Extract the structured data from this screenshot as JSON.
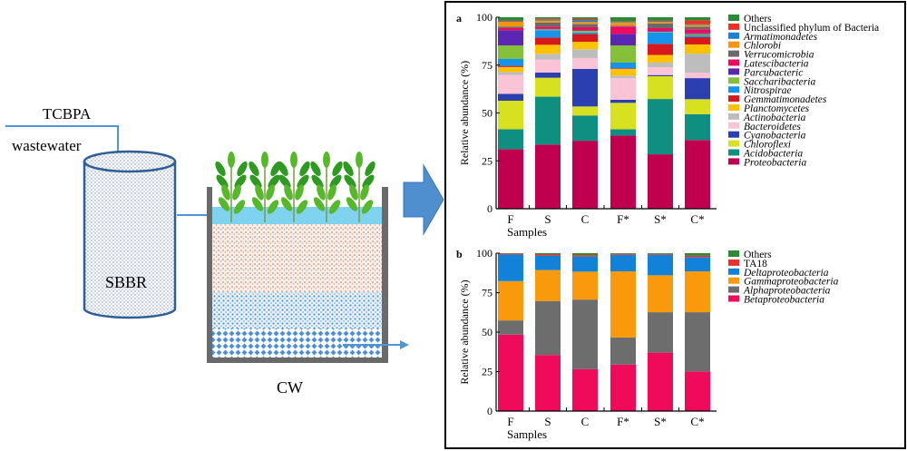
{
  "diagram": {
    "influent_label": "TCBPA",
    "influent_sub_label": "wastewater",
    "reactor_label": "SBBR",
    "wetland_label": "CW"
  },
  "chart_data": [
    {
      "type": "bar",
      "stacked": true,
      "panel_label": "a",
      "xlabel": "Samples",
      "ylabel": "Relative abundance (%)",
      "ylim": [
        0,
        100
      ],
      "yticks": [
        "0",
        "25",
        "50",
        "75",
        "100"
      ],
      "categories": [
        "F",
        "S",
        "C",
        "F*",
        "S*",
        "C*"
      ],
      "series": [
        {
          "name": "Proteobacteria",
          "italic": true,
          "color": "#c0004f",
          "values": [
            31.1,
            33.5,
            35.5,
            38.2,
            28.4,
            35.9
          ]
        },
        {
          "name": "Acidobacteria",
          "italic": true,
          "color": "#0e8f80",
          "values": [
            10.4,
            25.0,
            13.2,
            3.3,
            28.9,
            13.5
          ]
        },
        {
          "name": "Chloroflexi",
          "italic": true,
          "color": "#d7e11f",
          "values": [
            14.9,
            9.9,
            4.7,
            13.8,
            11.9,
            7.8
          ]
        },
        {
          "name": "Cyanobacteria",
          "italic": true,
          "color": "#2b3fae",
          "values": [
            3.6,
            2.7,
            19.6,
            1.6,
            0.6,
            11.0
          ]
        },
        {
          "name": "Bacteroidetes",
          "italic": true,
          "color": "#fbc3d6",
          "values": [
            9.8,
            6.8,
            5.7,
            11.3,
            4.1,
            2.9
          ]
        },
        {
          "name": "Actinobacteria",
          "italic": true,
          "color": "#bdbdbd",
          "values": [
            1.6,
            3.0,
            4.6,
            1.3,
            2.4,
            9.9
          ]
        },
        {
          "name": "Planctomycetes",
          "italic": true,
          "color": "#fcc100",
          "values": [
            2.6,
            4.7,
            3.9,
            3.5,
            4.0,
            4.8
          ]
        },
        {
          "name": "Gemmatimonadetes",
          "italic": true,
          "color": "#d6191c",
          "values": [
            0.6,
            3.8,
            4.0,
            0.3,
            5.8,
            3.8
          ]
        },
        {
          "name": "Nitrospirae",
          "italic": true,
          "color": "#1593ee",
          "values": [
            3.6,
            3.8,
            0.8,
            3.0,
            6.0,
            0.9
          ]
        },
        {
          "name": "Saccharibacteria",
          "italic": true,
          "color": "#84c03a",
          "values": [
            7.1,
            0.5,
            0.9,
            9.0,
            0.3,
            0.7
          ]
        },
        {
          "name": "Parcubacteric",
          "italic": true,
          "color": "#5a27b2",
          "values": [
            7.9,
            0.3,
            0.3,
            6.0,
            0.3,
            0.4
          ]
        },
        {
          "name": "Latescibacteria",
          "italic": true,
          "color": "#ee0a5e",
          "values": [
            1.1,
            1.1,
            1.6,
            3.8,
            1.6,
            2.1
          ]
        },
        {
          "name": "Verrucomicrobia",
          "italic": true,
          "color": "#6a6a6a",
          "values": [
            0.8,
            2.1,
            1.6,
            0.5,
            2.4,
            1.4
          ]
        },
        {
          "name": "Chlorobi",
          "italic": true,
          "color": "#f7930c",
          "values": [
            2.5,
            1.1,
            1.1,
            1.6,
            0.8,
            0.9
          ]
        },
        {
          "name": "Armatimonadetes",
          "italic": true,
          "color": "#1c7fd4",
          "values": [
            0.3,
            0.4,
            0.9,
            0.3,
            0.4,
            0.4
          ]
        },
        {
          "name": "Unclassified phylum of Bacteria",
          "italic": false,
          "color": "#ea3323",
          "values": [
            0.4,
            0.5,
            0.7,
            0.3,
            0.4,
            2.0
          ]
        },
        {
          "name": "Others",
          "italic": false,
          "color": "#2a8a35",
          "values": [
            1.7,
            0.8,
            0.9,
            2.2,
            1.7,
            1.6
          ]
        }
      ]
    },
    {
      "type": "bar",
      "stacked": true,
      "panel_label": "b",
      "xlabel": "Samples",
      "ylabel": "Relative abundance (%)",
      "ylim": [
        0,
        100
      ],
      "yticks": [
        "0",
        "25",
        "50",
        "75",
        "100"
      ],
      "categories": [
        "F",
        "S",
        "C",
        "F*",
        "S*",
        "C*"
      ],
      "series": [
        {
          "name": "Betaproteobacteria",
          "italic": true,
          "color": "#f00a5a",
          "values": [
            48.4,
            35.5,
            26.5,
            29.4,
            37.0,
            25.1
          ]
        },
        {
          "name": "Alphaproteobacteria",
          "italic": true,
          "color": "#6d6d6d",
          "values": [
            9.0,
            34.2,
            44.1,
            17.2,
            25.6,
            37.5
          ]
        },
        {
          "name": "Gammaproteobacteria",
          "italic": true,
          "color": "#f89a0c",
          "values": [
            24.9,
            19.6,
            17.7,
            41.9,
            23.4,
            25.9
          ]
        },
        {
          "name": "Deltaproteobacteria",
          "italic": true,
          "color": "#1182d8",
          "values": [
            16.9,
            9.2,
            9.6,
            10.5,
            13.0,
            9.0
          ]
        },
        {
          "name": "TA18",
          "italic": false,
          "color": "#e9302a",
          "values": [
            0.6,
            0.9,
            0.9,
            0.6,
            0.5,
            1.0
          ]
        },
        {
          "name": "Others",
          "italic": false,
          "color": "#2a8a35",
          "values": [
            0.2,
            0.6,
            1.2,
            0.4,
            0.5,
            1.5
          ]
        }
      ]
    }
  ]
}
